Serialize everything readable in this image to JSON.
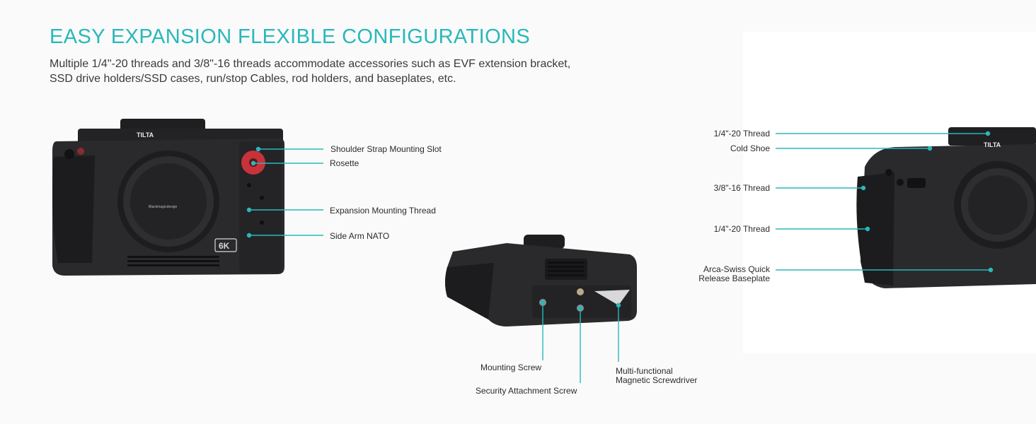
{
  "headline": "EASY EXPANSION FLEXIBLE CONFIGURATIONS",
  "description": {
    "line1": "Multiple 1/4\"-20 threads and 3/8\"-16 threads accommodate accessories such as EVF extension bracket,",
    "line2": "SSD drive holders/SSD cases, run/stop Cables, rod holders,  and baseplates, etc."
  },
  "colors": {
    "accent": "#29b8bb",
    "camera_body": "#2a2a2c",
    "rosette": "#c8323a"
  },
  "camera_badge": "6K",
  "brand_mark": "TILTA",
  "front_callouts": {
    "shoulder_strap": "Shoulder Strap Mounting Slot",
    "rosette": "Rosette",
    "expansion_thread": "Expansion Mounting Thread",
    "side_arm": "Side Arm NATO"
  },
  "bottom_callouts": {
    "mounting_screw": "Mounting Screw",
    "security_screw": "Security Attachment Screw",
    "screwdriver_line1": "Multi-functional",
    "screwdriver_line2": "Magnetic Screwdriver"
  },
  "side_callouts": {
    "thread_top": "1/4\"-20 Thread",
    "cold_shoe": "Cold Shoe",
    "thread_38": "3/8\"-16 Thread",
    "thread_side": "1/4\"-20 Thread",
    "arca_line1": "Arca-Swiss Quick",
    "arca_line2": "Release Baseplate"
  }
}
